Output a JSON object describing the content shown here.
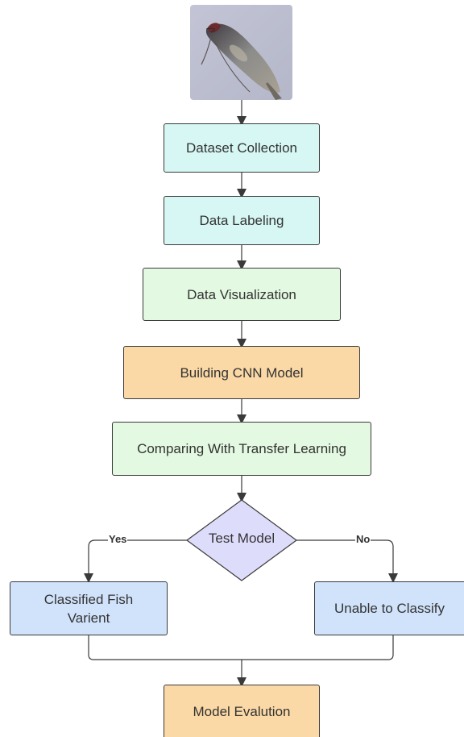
{
  "nodes": {
    "dataset_collection": "Dataset Collection",
    "data_labeling": "Data Labeling",
    "data_visualization": "Data Visualization",
    "building_cnn": "Building CNN Model",
    "transfer_learning": "Comparing With Transfer Learning",
    "test_model": "Test Model",
    "classified": "Classified Fish Varient",
    "unable": "Unable to Classify",
    "evaluation": "Model Evalution"
  },
  "edge_labels": {
    "yes": "Yes",
    "no": "No"
  },
  "colors": {
    "cyan": "#d6f7f4",
    "green": "#e3f9e1",
    "orange": "#fbd9a6",
    "purple": "#dedcfb",
    "blue": "#d1e3fb",
    "line": "#3a3a3a"
  },
  "image": {
    "subject": "fish-photo"
  }
}
